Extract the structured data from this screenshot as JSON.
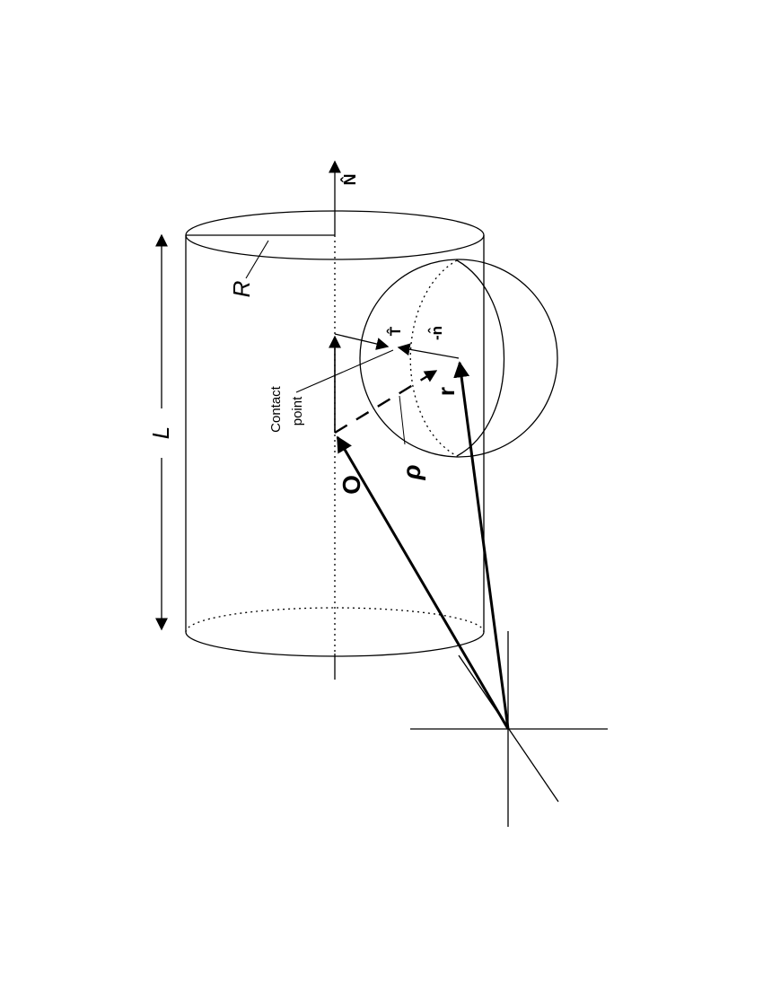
{
  "diagram": {
    "labels": {
      "normal": "N̂",
      "radius": "R",
      "length": "L",
      "tangent": "T̂",
      "neg_normal": "-n̂",
      "position": "r",
      "origin": "O",
      "rho": "ρ",
      "contact_line1": "Contact",
      "contact_line2": "point"
    }
  }
}
